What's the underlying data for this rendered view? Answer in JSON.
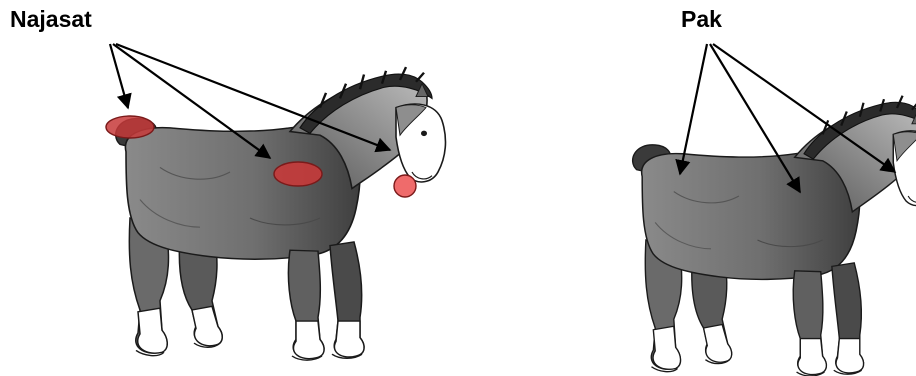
{
  "panels": [
    {
      "title": "Najasat",
      "marker_color": "#c0392b",
      "marker_fill_alpha": 0.85,
      "markers": [
        "back-patch",
        "belly-patch",
        "mouth-droplet"
      ]
    },
    {
      "title": "Pak",
      "marker_color": "",
      "markers": []
    }
  ],
  "colors": {
    "horse_body": "#7d7d7d",
    "horse_dark": "#3a3a3a",
    "horse_mane": "#2b2b2b",
    "horse_white": "#ffffff",
    "outline": "#1a1a1a",
    "arrow": "#000000",
    "najasat_marker": "#c73a3a",
    "najasat_droplet": "#ef6b6b"
  },
  "icons": [
    "horse-figure",
    "arrow"
  ]
}
